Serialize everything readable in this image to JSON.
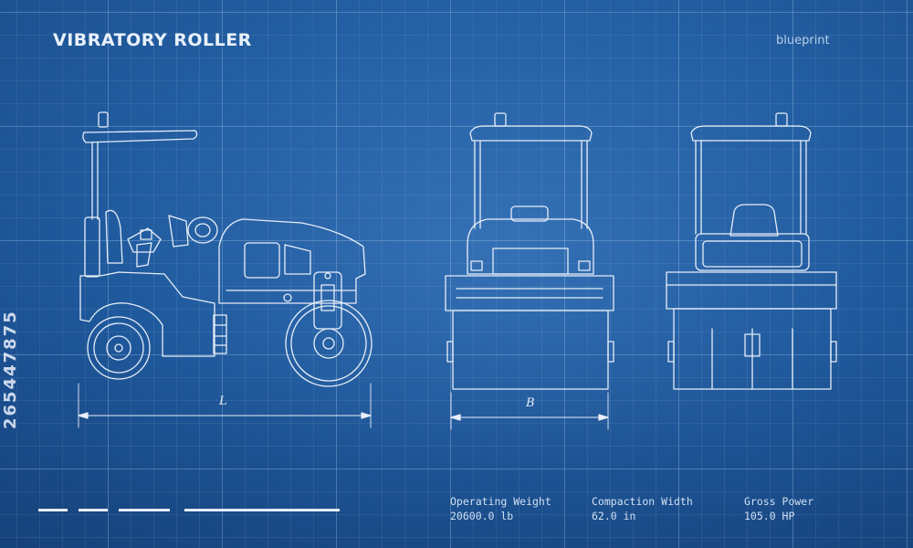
{
  "header": {
    "title": "VIBRATORY ROLLER",
    "subtitle": "blueprint"
  },
  "watermark": {
    "id": "265447875"
  },
  "dimensions": {
    "length_label": "L",
    "width_label": "B"
  },
  "specs": [
    {
      "label": "Operating Weight",
      "value": "20600.0 lb"
    },
    {
      "label": "Compaction Width",
      "value": "62.0 in"
    },
    {
      "label": "Gross Power",
      "value": "105.0 HP"
    }
  ],
  "colors": {
    "background": "#1f5a9d",
    "line": "#e6eef8",
    "text": "#cfe0f3"
  }
}
